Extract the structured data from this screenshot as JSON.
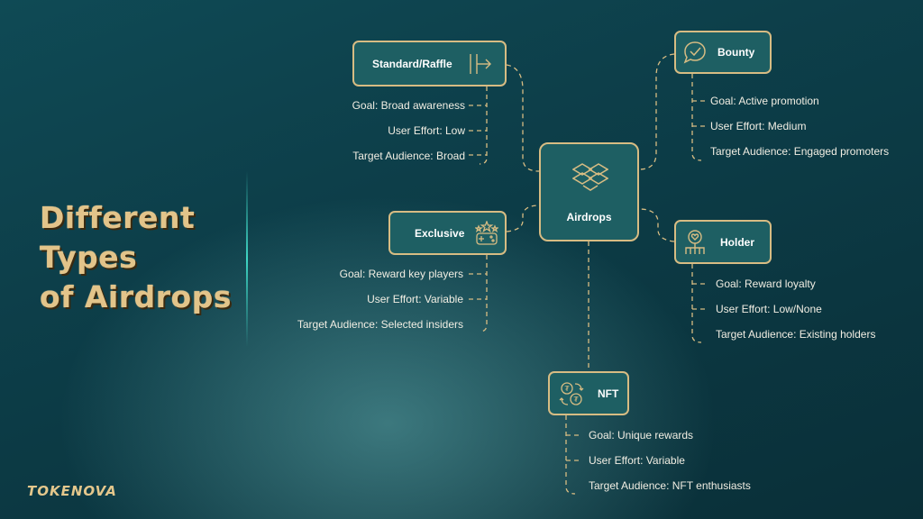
{
  "title": {
    "line1": "Different",
    "line2": "Types",
    "line3": "of Airdrops"
  },
  "brand": {
    "logo_text": "TOKENOVA"
  },
  "hub": {
    "label": "Airdrops",
    "icon": "dropbox-boxes-icon"
  },
  "types": {
    "standard": {
      "label": "Standard/Raffle",
      "icon": "arrow-split-icon",
      "goal": "Goal: Broad awareness",
      "effort": "User Effort: Low",
      "audience": "Target Audience: Broad"
    },
    "bounty": {
      "label": "Bounty",
      "icon": "chat-check-icon",
      "goal": "Goal: Active promotion",
      "effort": "User Effort: Medium",
      "audience": "Target Audience: Engaged promoters"
    },
    "exclusive": {
      "label": "Exclusive",
      "icon": "stars-gamepad-icon",
      "goal": "Goal: Reward key players",
      "effort": "User Effort: Variable",
      "audience": "Target Audience: Selected insiders"
    },
    "holder": {
      "label": "Holder",
      "icon": "heart-person-icon",
      "goal": "Goal: Reward loyalty",
      "effort": "User Effort: Low/None",
      "audience": "Target Audience: Existing holders"
    },
    "nft": {
      "label": "NFT",
      "icon": "coin-exchange-icon",
      "goal": "Goal: Unique rewards",
      "effort": "User Effort: Variable",
      "audience": "Target Audience: NFT enthusiasts"
    }
  },
  "colors": {
    "accent_gold": "#d7bc83",
    "title_gold": "#e2c48a",
    "box_fill": "#1e5f63",
    "background": "#0d3f4a",
    "divider_teal": "#3fd6c4"
  }
}
